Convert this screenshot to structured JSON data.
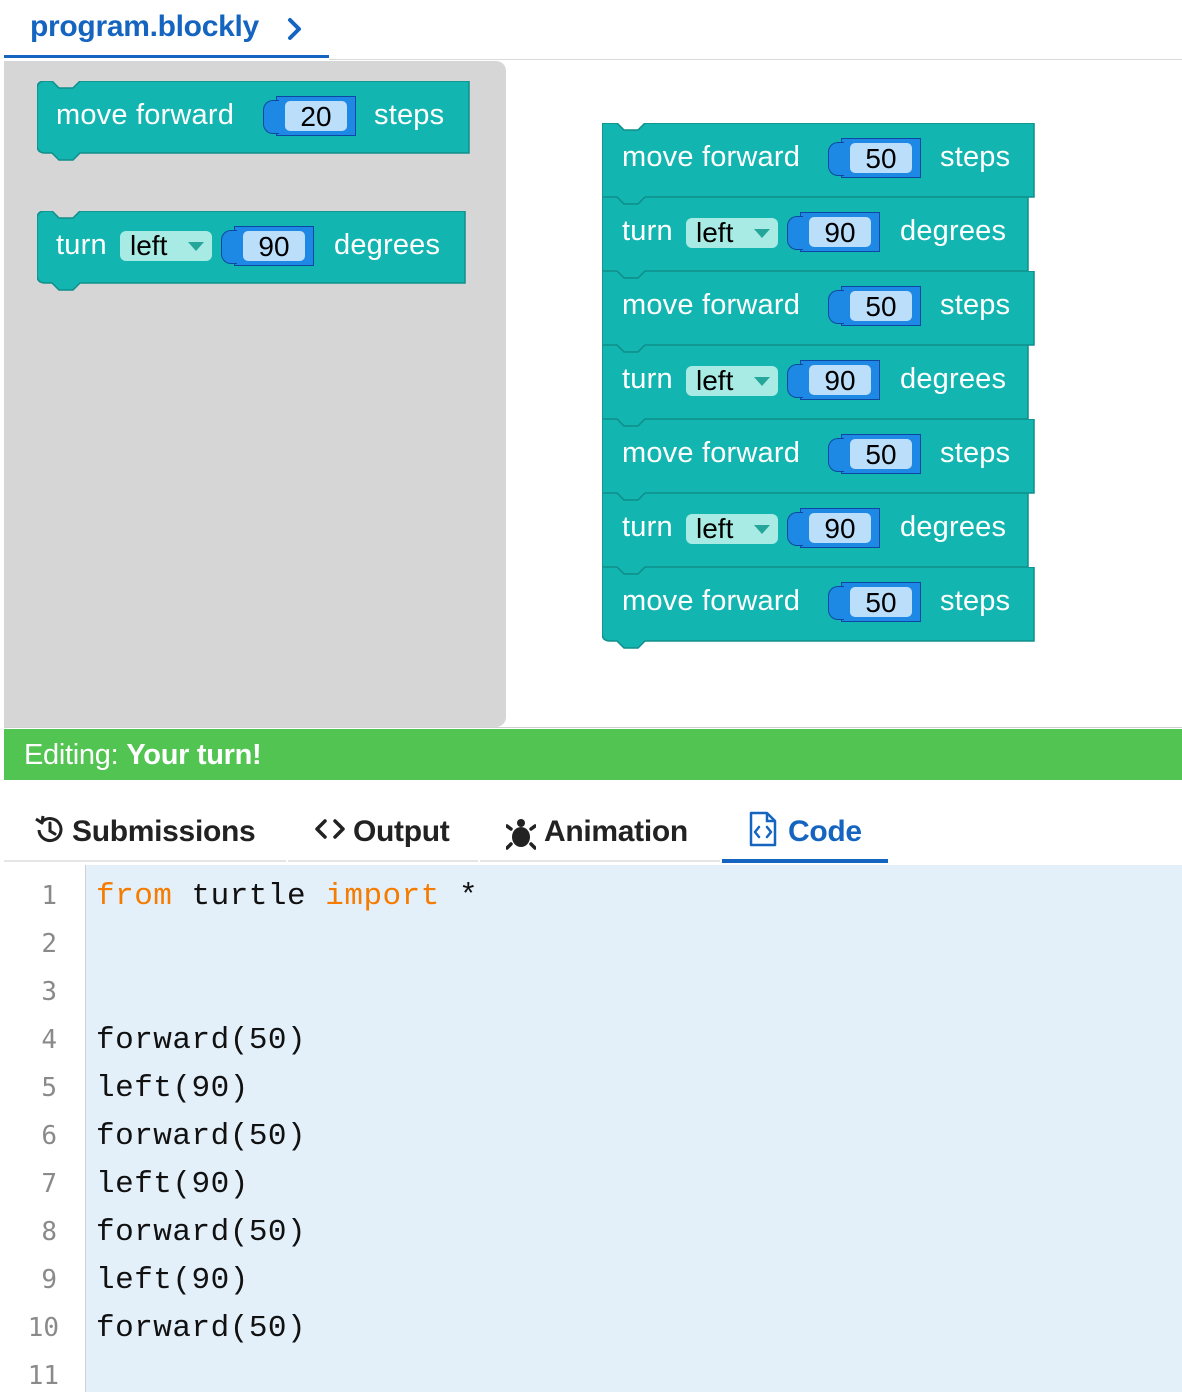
{
  "file_tab": {
    "name": "program.blockly"
  },
  "colors": {
    "block_teal": "#13b5b1",
    "value_blue": "#1e88e5",
    "status_green": "#52c451",
    "accent_blue": "#1565c0",
    "keyword_orange": "#f57c00"
  },
  "toolbox": {
    "move_block": {
      "label": "move forward",
      "value": "20",
      "unit": "steps"
    },
    "turn_block": {
      "label": "turn",
      "direction": "left",
      "value": "90",
      "unit": "degrees"
    }
  },
  "program": [
    {
      "type": "move",
      "label": "move forward",
      "value": "50",
      "unit": "steps"
    },
    {
      "type": "turn",
      "label": "turn",
      "direction": "left",
      "value": "90",
      "unit": "degrees"
    },
    {
      "type": "move",
      "label": "move forward",
      "value": "50",
      "unit": "steps"
    },
    {
      "type": "turn",
      "label": "turn",
      "direction": "left",
      "value": "90",
      "unit": "degrees"
    },
    {
      "type": "move",
      "label": "move forward",
      "value": "50",
      "unit": "steps"
    },
    {
      "type": "turn",
      "label": "turn",
      "direction": "left",
      "value": "90",
      "unit": "degrees"
    },
    {
      "type": "move",
      "label": "move forward",
      "value": "50",
      "unit": "steps"
    }
  ],
  "status": {
    "label": "Editing:",
    "value": "Your turn!"
  },
  "tabs": [
    {
      "label": "Submissions",
      "icon": "history-icon",
      "active": false
    },
    {
      "label": "Output",
      "icon": "code-brackets-icon",
      "active": false
    },
    {
      "label": "Animation",
      "icon": "turtle-icon",
      "active": false
    },
    {
      "label": "Code",
      "icon": "code-file-icon",
      "active": true
    }
  ],
  "code": {
    "line_numbers": [
      "1",
      "2",
      "3",
      "4",
      "5",
      "6",
      "7",
      "8",
      "9",
      "10",
      "11"
    ],
    "lines": [
      {
        "kw1": "from",
        "mid": " turtle ",
        "kw2": "import",
        "rest": " *"
      },
      {
        "text": ""
      },
      {
        "text": ""
      },
      {
        "text": "forward(50)"
      },
      {
        "text": "left(90)"
      },
      {
        "text": "forward(50)"
      },
      {
        "text": "left(90)"
      },
      {
        "text": "forward(50)"
      },
      {
        "text": "left(90)"
      },
      {
        "text": "forward(50)"
      },
      {
        "text": ""
      }
    ]
  }
}
